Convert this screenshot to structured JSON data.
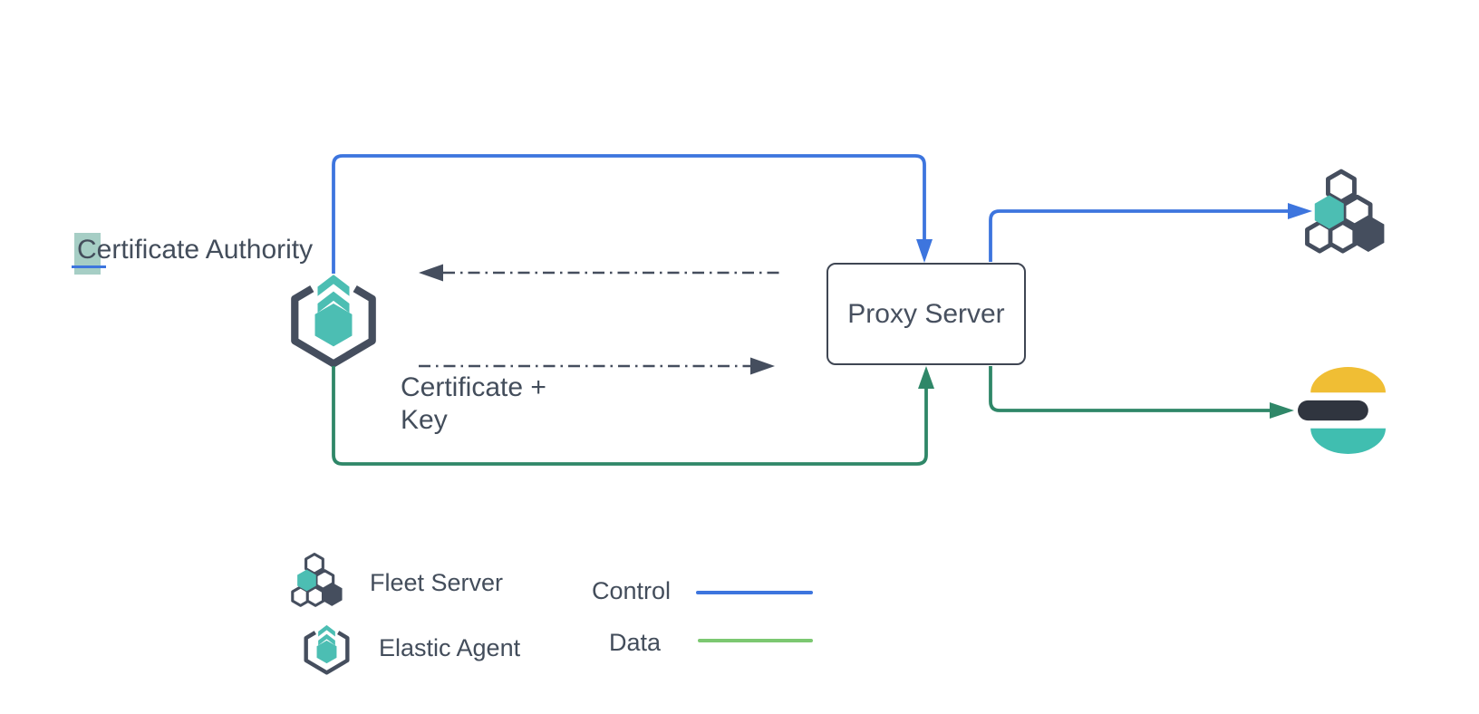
{
  "colors": {
    "control_blue": "#3D75DE",
    "data_green": "#2F8768",
    "legend_data_green": "#7CC871",
    "teal": "#4CBEB3",
    "slate": "#454E5E",
    "text": "#434D5B",
    "es_yellow": "#F0BE34",
    "es_dark": "#30353F",
    "es_teal": "#40BEB0",
    "highlight": "#A6CEC5"
  },
  "nodes": {
    "certificate_authority": {
      "label_first_char": "C",
      "label_rest": "ertificate Authority"
    },
    "proxy_server": {
      "label": "Proxy Server"
    },
    "certificate_key": {
      "label": "Certificate + Key"
    }
  },
  "legend": {
    "items": [
      {
        "id": "fleet-server",
        "label": "Fleet Server"
      },
      {
        "id": "elastic-agent",
        "label": "Elastic Agent"
      }
    ],
    "lines": [
      {
        "id": "control",
        "label": "Control",
        "color": "#3D75DE"
      },
      {
        "id": "data",
        "label": "Data",
        "color": "#7CC871"
      }
    ]
  },
  "icons": {
    "elastic_agent": "hexagon-brackets-with-chevrons",
    "fleet_server": "hexagon-cluster",
    "elasticsearch": "elasticsearch-logo"
  }
}
